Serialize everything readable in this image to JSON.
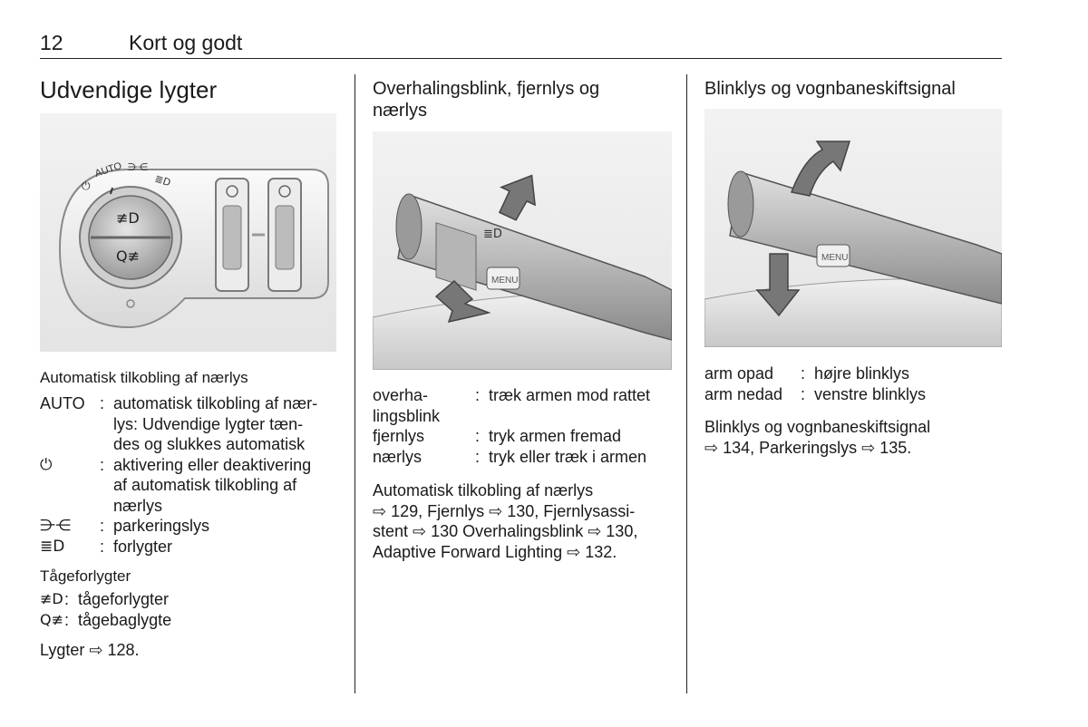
{
  "header": {
    "page_number": "12",
    "section": "Kort og godt"
  },
  "col1": {
    "title": "Udvendige lygter",
    "figure": {
      "control_labels": {
        "auto": "AUTO",
        "power": "⏻",
        "parking": "⋺⋲",
        "lowbeam": "≣D",
        "fog_front": "≢D",
        "fog_rear": "Q≢"
      }
    },
    "auto_heading": "Automatisk tilkobling af nærlys",
    "items": [
      {
        "term": "AUTO",
        "colon": ":",
        "lines": [
          "automatisk tilkobling af nær-",
          "lys: Udvendige lygter tæn-",
          "des og slukkes automatisk"
        ]
      },
      {
        "term": "⏻",
        "colon": ":",
        "lines": [
          "aktivering eller deaktivering",
          "af automatisk tilkobling af",
          "nærlys"
        ]
      },
      {
        "term": "⋺⋲",
        "colon": ":",
        "lines": [
          "parkeringslys"
        ]
      },
      {
        "term": "≣D",
        "colon": ":",
        "lines": [
          "forlygter"
        ]
      }
    ],
    "fog_heading": "Tågeforlygter",
    "fog_items": [
      {
        "term": "≢D",
        "colon": ":",
        "text": "tågeforlygter"
      },
      {
        "term": "Q≢",
        "colon": ":",
        "text": "tågebaglygte"
      }
    ],
    "ref": "Lygter ⇨ 128."
  },
  "col2": {
    "title_lines": [
      "Overhalingsblink, fjernlys og",
      "nærlys"
    ],
    "figure": {
      "menu_label": "MENU",
      "icon_label": "≣D"
    },
    "items": [
      {
        "term_lines": [
          "overha-",
          "lingsblink"
        ],
        "colon": ":",
        "text": "træk armen mod rattet"
      },
      {
        "term_lines": [
          "fjernlys"
        ],
        "colon": ":",
        "text": "tryk armen fremad"
      },
      {
        "term_lines": [
          "nærlys"
        ],
        "colon": ":",
        "text": "tryk eller træk i armen"
      }
    ],
    "ref_lines": [
      "Automatisk tilkobling af nærlys",
      "⇨ 129, Fjernlys ⇨ 130, Fjernlysassi-",
      "stent ⇨ 130 Overhalingsblink ⇨ 130,",
      "Adaptive Forward Lighting ⇨ 132."
    ]
  },
  "col3": {
    "title": "Blinklys og vognbaneskiftsignal",
    "figure": {
      "menu_label": "MENU"
    },
    "items": [
      {
        "term": "arm opad",
        "colon": ":",
        "text": "højre blinklys"
      },
      {
        "term": "arm nedad",
        "colon": ":",
        "text": "venstre blinklys"
      }
    ],
    "ref_lines": [
      "Blinklys og vognbaneskiftsignal",
      "⇨ 134, Parkeringslys ⇨ 135."
    ]
  }
}
